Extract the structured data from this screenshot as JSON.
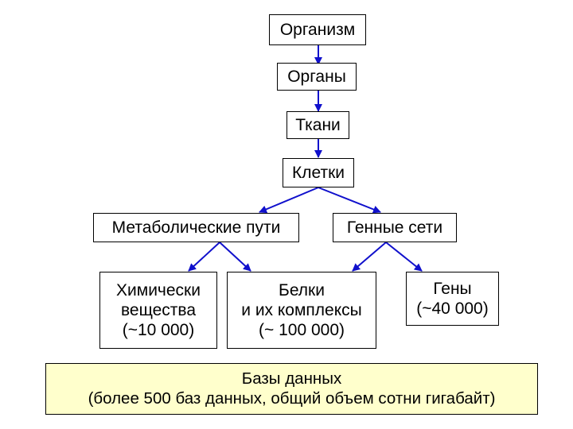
{
  "nodes": {
    "organism": "Организм",
    "organs": "Органы",
    "tissues": "Ткани",
    "cells": "Клетки",
    "metabolic_paths": "Метаболические пути",
    "gene_networks": "Генные сети",
    "chemicals": [
      "Химически",
      "вещества",
      "(~10 000)"
    ],
    "proteins": [
      "Белки",
      "и их комплексы",
      "(~ 100 000)"
    ],
    "genes": [
      "Гены",
      "(~40 000)"
    ]
  },
  "databases": {
    "title": "Базы данных",
    "subtitle": "(более 500 баз данных, общий объем сотни гигабайт)"
  },
  "colors": {
    "arrow": "#1010cc",
    "database_fill": "#ffffcc",
    "box_border": "#000000"
  }
}
